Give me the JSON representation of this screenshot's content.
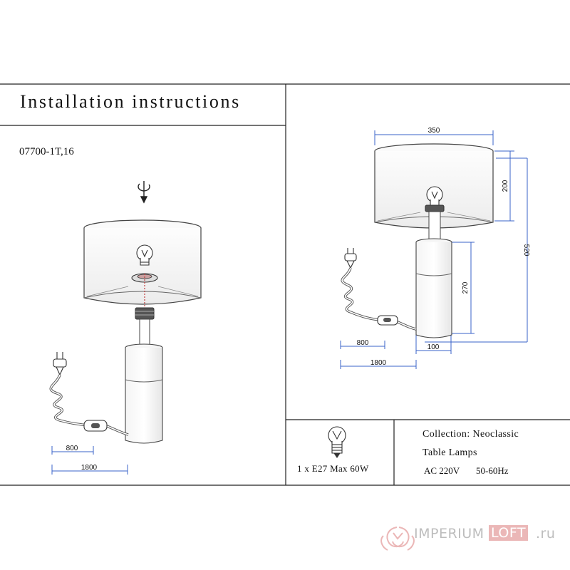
{
  "header": {
    "title": "Installation instructions",
    "model": "07700-1T,16"
  },
  "assembly": {
    "cord_short_label": "800",
    "cord_long_label": "1800"
  },
  "dimensions": {
    "shade_width": "350",
    "shade_height": "200",
    "total_height": "520",
    "base_height": "270",
    "base_width": "100",
    "cord_short": "800",
    "cord_long": "1800",
    "line_color": "#3a63c8"
  },
  "specs": {
    "bulb": "1 x E27 Max 60W",
    "collection": "Collection: Neoclassic",
    "type": "Table Lamps",
    "voltage": "AC 220V",
    "frequency": "50-60Hz"
  },
  "watermark": {
    "brand1": "IMPERIUM",
    "brand2": "LOFT",
    "tld": ".ru",
    "color": "#ebb7b7"
  }
}
